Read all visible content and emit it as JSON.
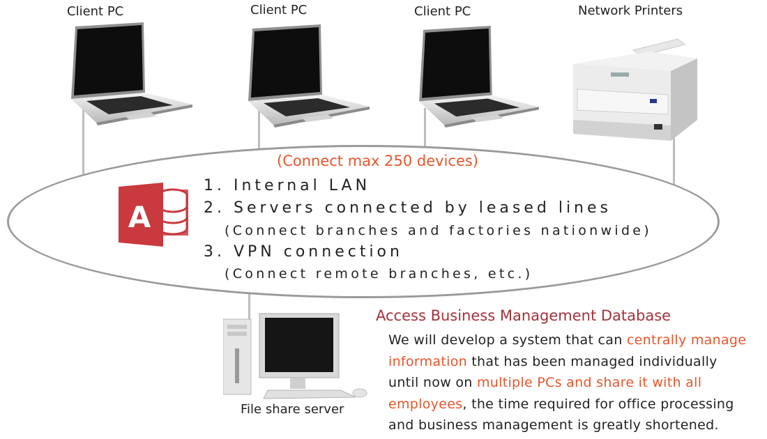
{
  "devices": {
    "client1": "Client PC",
    "client2": "Client PC",
    "client3": "Client PC",
    "printer": "Network Printers",
    "server": "File share server"
  },
  "network": {
    "heading": "(Connect max 250 devices)",
    "items": [
      "1. Internal LAN",
      "2. Servers connected by leased lines",
      "(Connect branches and factories nationwide)",
      "3. VPN connection",
      "(Connect remote branches, etc.)"
    ]
  },
  "access_logo_letter": "A",
  "description": {
    "title": "Access Business Management Database",
    "lines": [
      [
        {
          "t": "We will develop a system that can ",
          "h": false
        },
        {
          "t": "centrally manage",
          "h": true
        }
      ],
      [
        {
          "t": "information",
          "h": true
        },
        {
          "t": " that has been managed individually",
          "h": false
        }
      ],
      [
        {
          "t": "until now on ",
          "h": false
        },
        {
          "t": "multiple PCs and share it with all",
          "h": true
        }
      ],
      [
        {
          "t": "employees",
          "h": true
        },
        {
          "t": ", the time required for office processing",
          "h": false
        }
      ],
      [
        {
          "t": "and business management is greatly shortened.",
          "h": false
        }
      ]
    ]
  },
  "colors": {
    "highlight": "#e8552b",
    "title": "#a3323a",
    "access_red": "#c9393d",
    "connector": "#bdbdbd"
  }
}
